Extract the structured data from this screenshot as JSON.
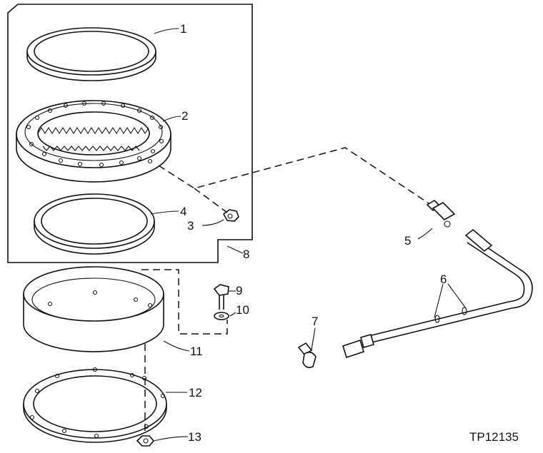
{
  "callouts": [
    "1",
    "2",
    "3",
    "4",
    "5",
    "6",
    "7",
    "8",
    "9",
    "10",
    "11",
    "12",
    "13"
  ],
  "figure_id": "TP12135"
}
